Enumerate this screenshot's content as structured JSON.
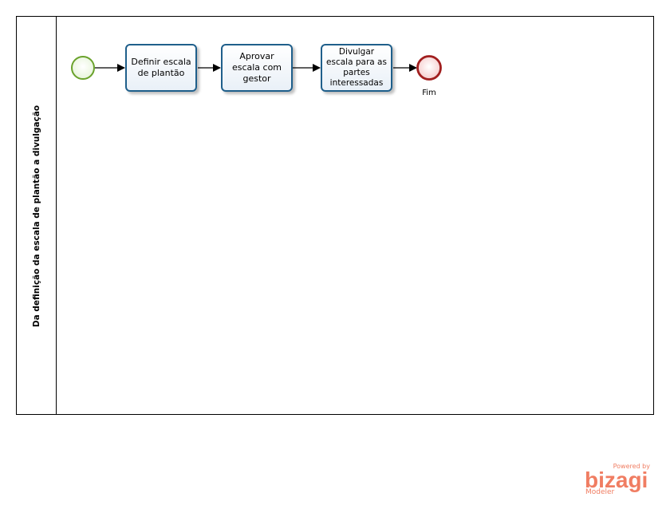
{
  "pool": {
    "title": "Da definição da escala de plantão a divulgação"
  },
  "tasks": [
    {
      "label": "Definir escala de plantão"
    },
    {
      "label": "Aprovar escala com gestor"
    },
    {
      "label": "Divulgar escala para as partes interessadas"
    }
  ],
  "end_event": {
    "label": "Fim"
  },
  "branding": {
    "powered": "Powered by",
    "logo": "bizagi",
    "product": "Modeler"
  },
  "colors": {
    "task_border": "#1f5f8b",
    "start_event": "#6aa22c",
    "end_event": "#a11f1f",
    "brand": "#f07d62"
  }
}
